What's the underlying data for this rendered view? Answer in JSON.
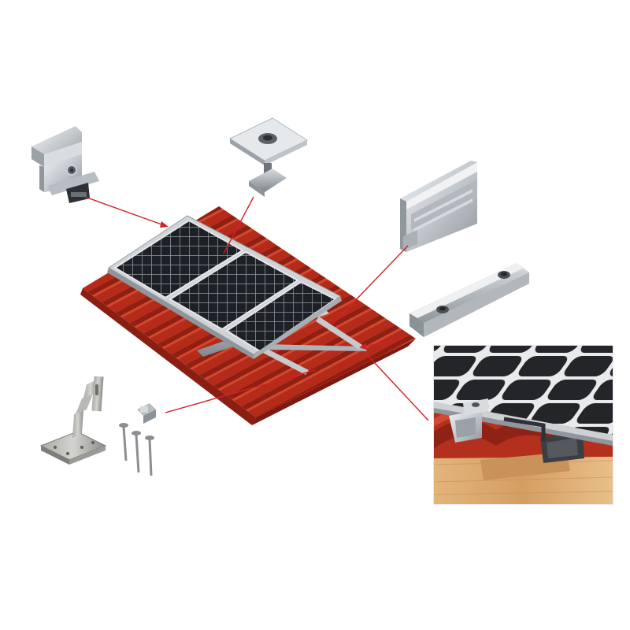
{
  "diagram": {
    "text": [],
    "components": [
      {
        "id": "end-clamp",
        "icon": "end-clamp-icon"
      },
      {
        "id": "mid-clamp",
        "icon": "mid-clamp-icon"
      },
      {
        "id": "mounting-rail",
        "icon": "rail-icon"
      },
      {
        "id": "rail-splice",
        "icon": "splice-icon"
      },
      {
        "id": "roof-hook-kit",
        "icon": "roof-hook-icon"
      },
      {
        "id": "detail-view",
        "icon": "magnify-detail-icon"
      }
    ],
    "colors": {
      "leader_line": "#d61f26",
      "roof_tile": "#b32a19",
      "panel_cell": "#1c1e22",
      "aluminium": "#c7cbcf",
      "timber": "#d7a468"
    }
  }
}
